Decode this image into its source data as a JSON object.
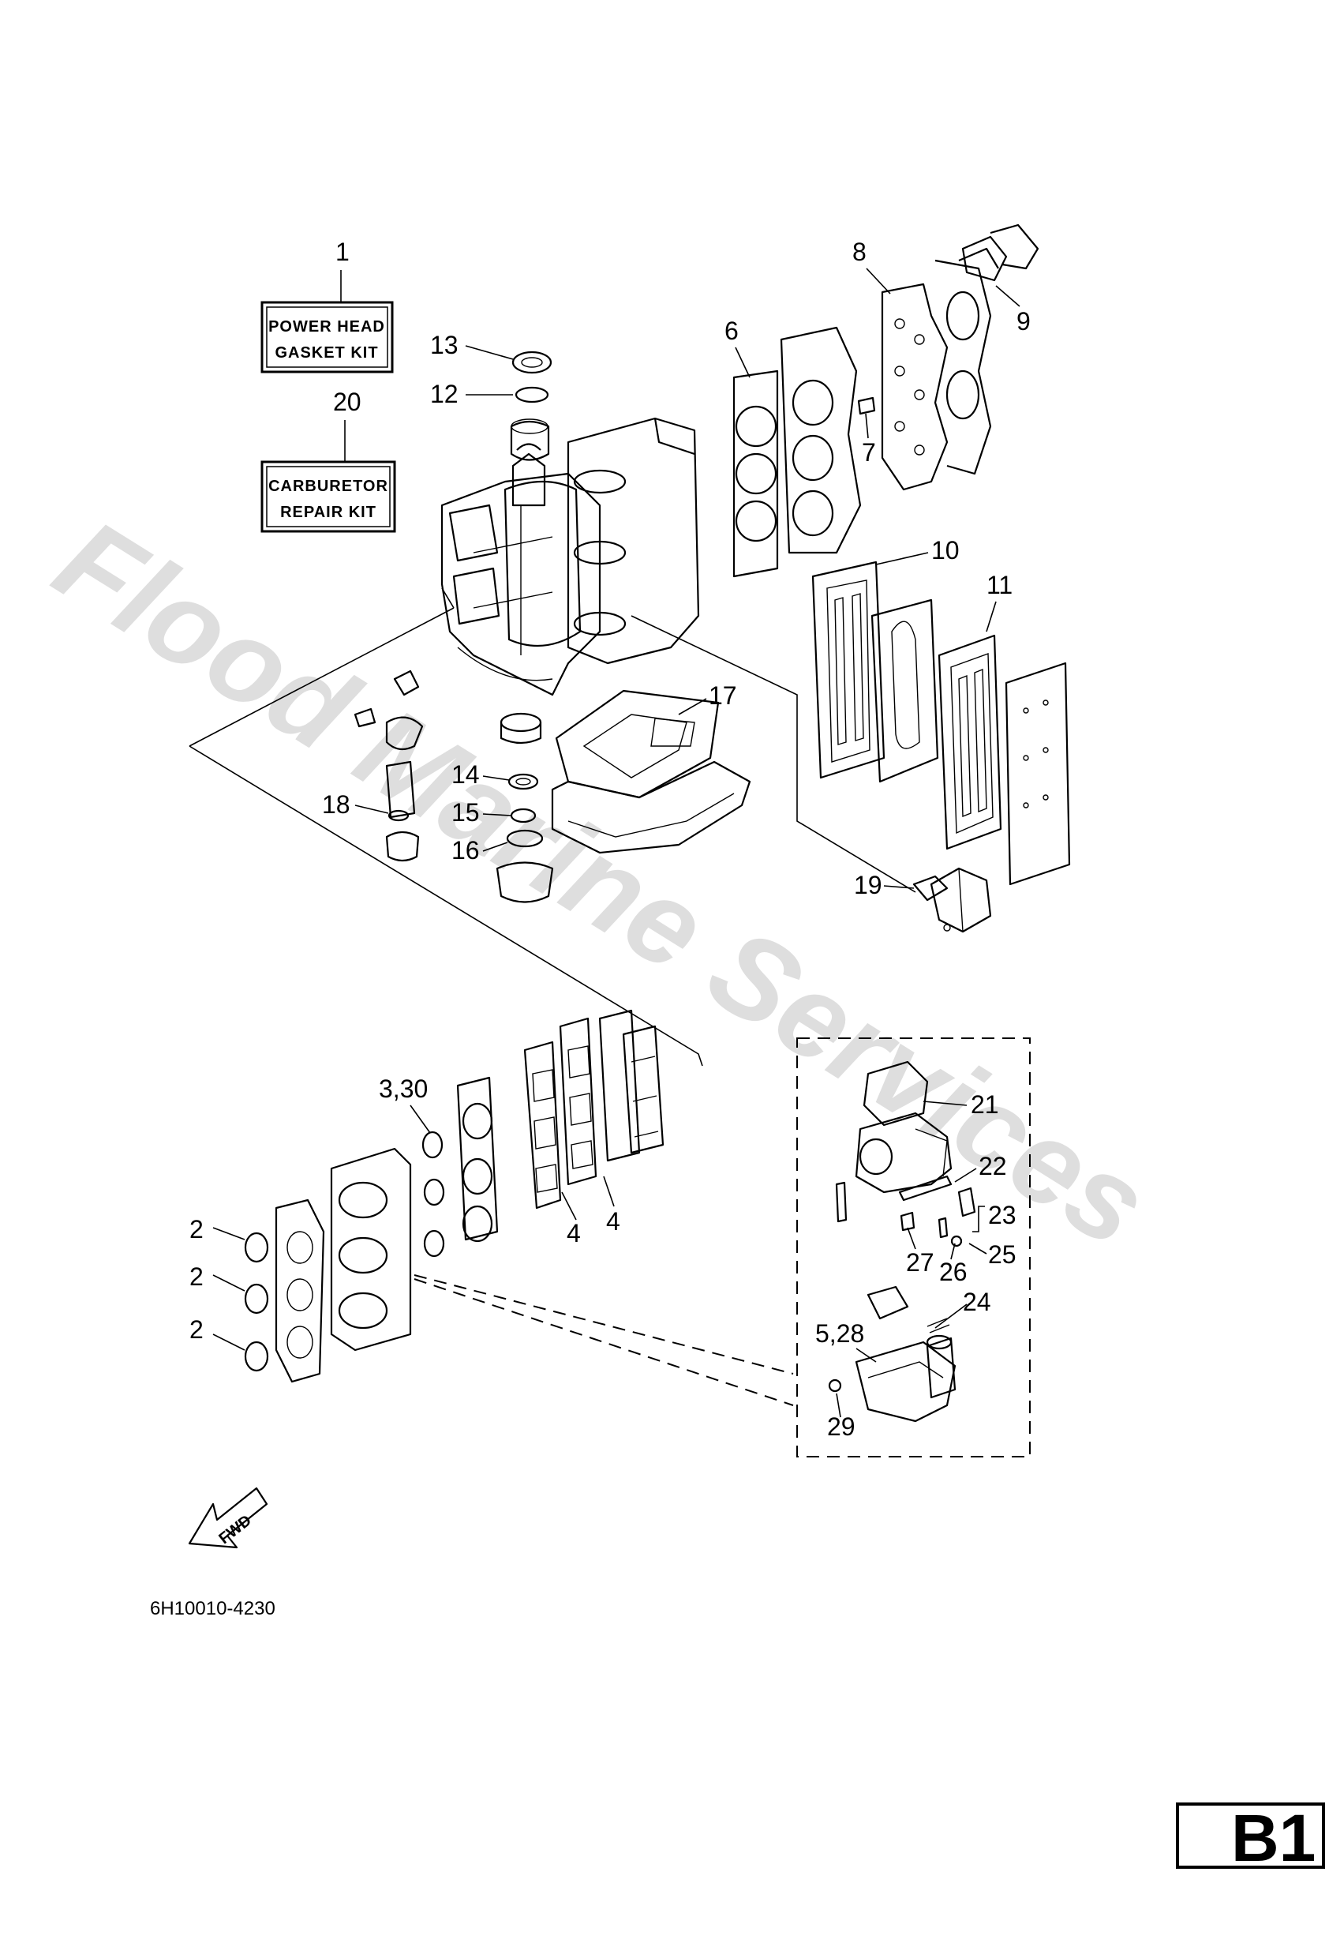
{
  "kits": [
    {
      "ref": "1",
      "line1": "POWER HEAD",
      "line2": "GASKET KIT"
    },
    {
      "ref": "20",
      "line1": "CARBURETOR",
      "line2": "REPAIR KIT"
    }
  ],
  "callouts": {
    "c2a": "2",
    "c2b": "2",
    "c2c": "2",
    "c3_30": "3,30",
    "c4a": "4",
    "c4b": "4",
    "c5_28": "5,28",
    "c6": "6",
    "c7": "7",
    "c8": "8",
    "c9": "9",
    "c10": "10",
    "c11": "11",
    "c12": "12",
    "c13": "13",
    "c14": "14",
    "c15": "15",
    "c16": "16",
    "c17": "17",
    "c18": "18",
    "c19": "19",
    "c21": "21",
    "c22": "22",
    "c23": "23",
    "c24": "24",
    "c25": "25",
    "c26": "26",
    "c27": "27",
    "c29": "29"
  },
  "fwd_label": "FWD",
  "diagram_code": "6H10010-4230",
  "watermark": "Flood Marine Services",
  "page_tag": "B1"
}
